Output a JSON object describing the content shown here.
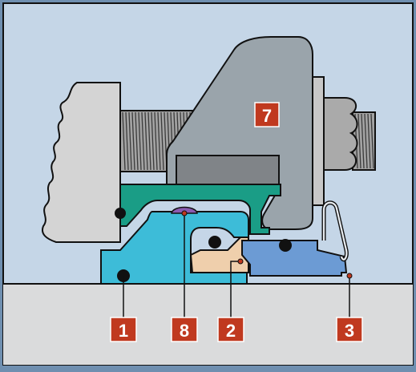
{
  "colors": {
    "frame": "#6f8fb0",
    "background": "#c5d6e7",
    "ground": "#dadbdc",
    "flange": "#d4d4d4",
    "bolt": "#a3a3a3",
    "clamp": "#9aa4ab",
    "clamp_insert": "#808488",
    "gland": "#1a9d86",
    "housing": "#3dbcd8",
    "seal_face": "#efcfac",
    "rotor": "#6c9bd4",
    "o_ring": "#111111",
    "spring": "#e8ecf0",
    "pin": "#8a5ab0",
    "label_bg": "#c0391f",
    "label_text": "#ffffff"
  },
  "labels": {
    "clamp": "7",
    "part_1": "1",
    "part_8": "8",
    "part_2": "2",
    "part_3": "3"
  }
}
